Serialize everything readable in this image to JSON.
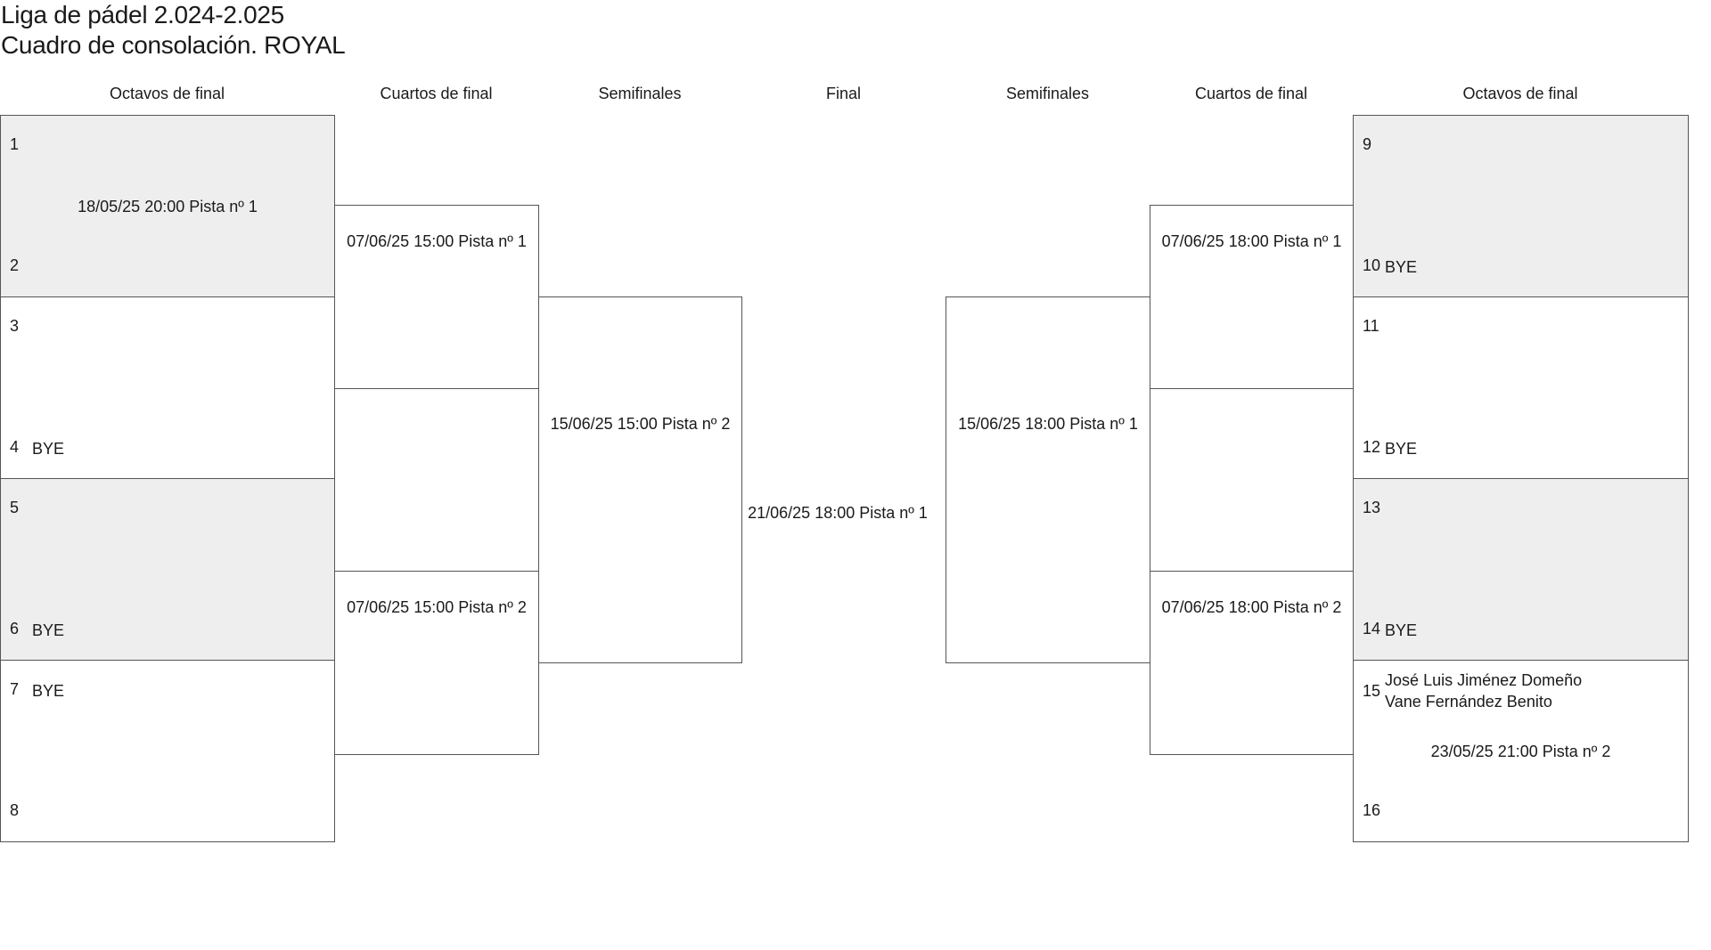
{
  "titles": {
    "line1": "Liga de pádel 2.024-2.025",
    "line2": "Cuadro de consolación. ROYAL"
  },
  "rounds": {
    "r16_left": "Octavos de final",
    "qf_left": "Cuartos de final",
    "sf_left": "Semifinales",
    "final": "Final",
    "sf_right": "Semifinales",
    "qf_right": "Cuartos de final",
    "r16_right": "Octavos de final"
  },
  "r16_left": [
    {
      "top_seed": "1",
      "top_name": "",
      "bottom_seed": "2",
      "bottom_name": "",
      "schedule": "18/05/25 20:00 Pista nº 1"
    },
    {
      "top_seed": "3",
      "top_name": "",
      "bottom_seed": "4",
      "bottom_name": "BYE",
      "schedule": ""
    },
    {
      "top_seed": "5",
      "top_name": "",
      "bottom_seed": "6",
      "bottom_name": "BYE",
      "schedule": ""
    },
    {
      "top_seed": "7",
      "top_name": "BYE",
      "bottom_seed": "8",
      "bottom_name": "",
      "schedule": ""
    }
  ],
  "r16_right": [
    {
      "top_seed": "9",
      "top_name": "",
      "bottom_seed": "10",
      "bottom_name": "BYE",
      "schedule": ""
    },
    {
      "top_seed": "11",
      "top_name": "",
      "bottom_seed": "12",
      "bottom_name": "BYE",
      "schedule": ""
    },
    {
      "top_seed": "13",
      "top_name": "",
      "bottom_seed": "14",
      "bottom_name": "BYE",
      "schedule": ""
    },
    {
      "top_seed": "15",
      "top_name": "José Luis Jiménez Domeño",
      "top_name2": "Vane Fernández Benito",
      "bottom_seed": "16",
      "bottom_name": "",
      "schedule": "23/05/25 21:00 Pista nº 2"
    }
  ],
  "qf_left": [
    {
      "schedule": "07/06/25 15:00 Pista nº 1"
    },
    {
      "schedule": "07/06/25 15:00 Pista nº 2"
    }
  ],
  "qf_right": [
    {
      "schedule": "07/06/25 18:00 Pista nº 1"
    },
    {
      "schedule": "07/06/25 18:00 Pista nº 2"
    }
  ],
  "sf_left": {
    "schedule": "15/06/25 15:00 Pista nº 2"
  },
  "sf_right": {
    "schedule": "15/06/25 18:00 Pista nº 1"
  },
  "final": {
    "schedule": "21/06/25 18:00 Pista nº 1"
  }
}
